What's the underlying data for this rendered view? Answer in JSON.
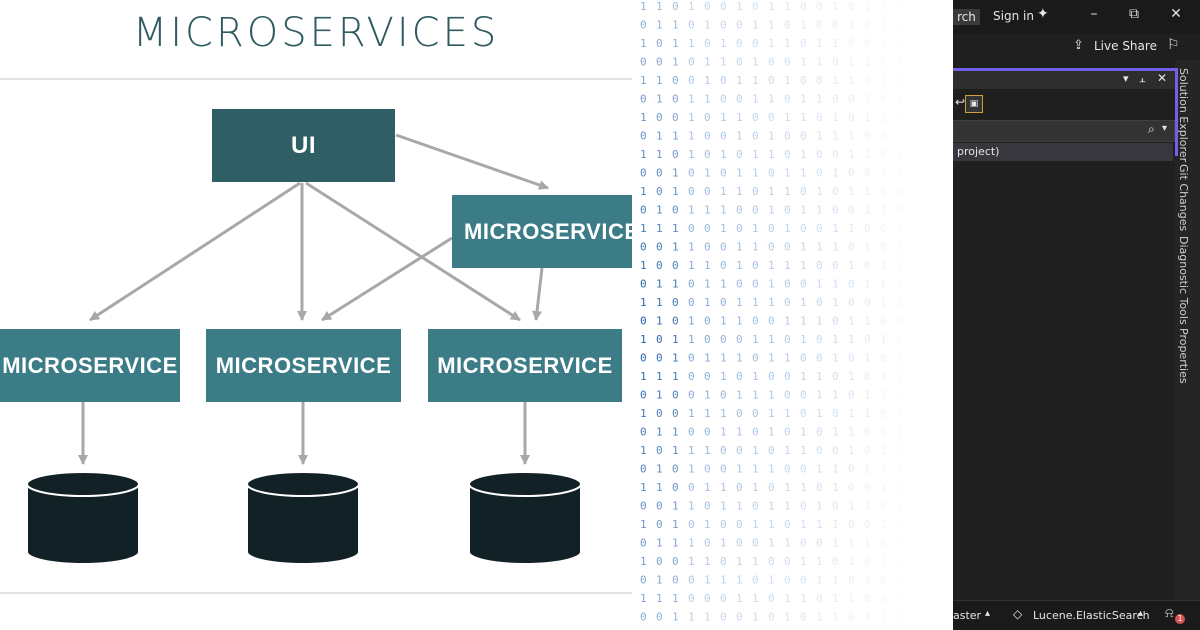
{
  "diagram": {
    "title": "MICROSERVICES",
    "ui_label": "UI",
    "top_service_label": "MICROSERVICE",
    "services": [
      {
        "label": "MICROSERVICE"
      },
      {
        "label": "MICROSERVICE"
      },
      {
        "label": "MICROSERVICE"
      }
    ],
    "colors": {
      "ui": "#2f5f64",
      "service": "#3b7c86",
      "database": "#112125",
      "arrow": "#a8a8a8",
      "title": "#2f5b60"
    }
  },
  "ide": {
    "search_label": "rch",
    "sign_in_label": "Sign in",
    "live_share_label": "Live Share",
    "tree_row_text": "project)",
    "side_tabs": [
      "Solution Explorer",
      "Git Changes",
      "Diagnostic Tools",
      "Properties"
    ],
    "status_branch": "aster",
    "status_repo": "Lucene.ElasticSearch",
    "notification_count": "1",
    "icons": [
      "minimize-icon",
      "restore-icon",
      "close-icon",
      "search-icon",
      "bell-icon",
      "branch-icon"
    ],
    "accent": "#7160e8"
  },
  "binary": {
    "rows": [
      "1 1 0 1 0 0 1 0 1 1 0 0 1 0 1 1 0",
      "0 1 1 0 1 0 0 1 1 0 1 0 0 1 0 1 1",
      "1 0 1 1 0 1 0 0 1 1 0 1 1 0 0 1 0",
      "0 0 1 0 1 1 0 1 0 0 1 1 0 1 1 0 1",
      "1 1 0 0 1 0 1 1 0 1 0 0 1 1 0 1 0",
      "0 1 0 1 1 0 0 1 1 0 1 1 0 0 1 0 1",
      "1 0 0 1 0 1 1 0 0 1 1 0 1 0 1 1 0",
      "0 1 1 1 0 0 1 0 1 0 0 1 1 1 0 0 1",
      "1 1 0 1 0 1 0 1 1 0 1 0 0 1 1 0 1",
      "0 0 1 0 1 0 1 1 0 1 1 0 1 0 0 1 1",
      "1 0 1 0 0 1 1 0 1 1 0 1 0 1 1 0 0",
      "0 1 0 1 1 1 0 0 1 0 1 1 0 0 1 1 0",
      "1 1 1 0 0 1 0 1 0 1 0 0 1 1 0 0 1",
      "0 0 1 1 0 0 1 1 0 0 1 1 1 0 1 0 1",
      "1 0 0 1 1 0 1 0 1 1 1 0 0 1 0 1 1",
      "0 1 1 0 1 1 0 0 1 0 0 1 1 0 1 1 0",
      "1 1 0 0 1 0 1 1 1 0 1 0 1 0 0 1 1",
      "0 1 0 1 0 1 1 0 0 1 1 1 0 1 1 0 0",
      "1 0 1 1 0 0 0 1 1 0 1 0 1 1 0 1 0",
      "0 0 1 0 1 1 1 0 1 1 0 0 1 0 1 0 1",
      "1 1 1 0 0 1 0 1 0 0 1 1 0 1 0 1 1",
      "0 1 0 0 1 0 1 1 1 0 0 1 1 0 1 1 0",
      "1 0 0 1 1 1 0 0 1 1 0 1 0 1 1 0 1",
      "0 1 1 0 0 1 1 0 1 0 1 0 1 1 0 0 1",
      "1 0 1 1 1 0 0 1 0 1 1 0 0 1 0 1 0",
      "0 1 0 1 0 0 1 1 1 0 0 1 1 0 1 1 1",
      "1 1 0 0 1 1 0 1 0 1 1 0 1 0 0 1 0",
      "0 0 1 1 0 1 1 0 1 1 0 1 0 1 1 0 1",
      "1 0 1 0 1 0 0 1 1 0 1 1 1 0 0 1 0",
      "0 1 1 1 0 1 0 0 1 1 0 0 1 1 1 0 1",
      "1 0 0 1 1 0 1 1 0 0 1 1 0 1 0 1 1",
      "0 1 0 0 1 1 1 0 1 0 0 1 1 0 1 0 0",
      "1 1 1 0 0 0 1 1 0 1 1 0 1 1 0 0 1",
      "0 0 1 1 1 0 0 1 0 1 0 1 1 0 1 1 0"
    ]
  }
}
